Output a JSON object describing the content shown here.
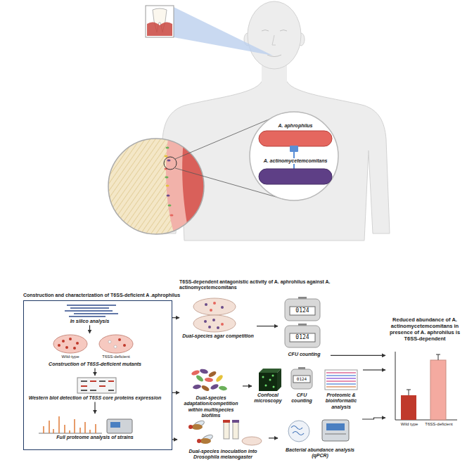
{
  "diagram": {
    "nodes": [
      {
        "text": [
          "Construction and characterization of T6SS-deficient A .aphrophilus"
        ]
      },
      {
        "text": [
          "In silico analysis"
        ],
        "in": 0
      },
      {
        "text": [
          "Construction of T6SS-deficient mutants"
        ],
        "in": 0
      },
      {
        "text": [
          "Western blot detection of T6SS core proteins expression"
        ],
        "in": 0
      },
      {
        "text": [
          "Full proteome analysis of strains"
        ],
        "in": 0
      },
      {
        "text": [
          "Dual-species agar competition"
        ]
      },
      {
        "text": [
          "CFU counting"
        ]
      },
      {
        "text": [
          "Dual-species adaptation/competition within multispecies biofilms"
        ]
      },
      {
        "text": [
          "Confocal microscopy"
        ]
      },
      {
        "text": [
          "CFU counting"
        ]
      },
      {
        "text": [
          "Proteomic & bioinformatic analysis"
        ]
      },
      {
        "text": [
          "Dual-species inoculation into Drosophila melanogaster"
        ]
      },
      {
        "text": [
          "Bacterial abundance analysis (qPCR)"
        ]
      },
      {
        "text": [
          "Reduced abundance of A. actinomycetemcomitans in presence of A. aphrohilus is T6SS-dependent"
        ]
      }
    ],
    "edges": [
      {
        "from": 1,
        "to": 2,
        "arrow": "to"
      },
      {
        "from": 2,
        "to": 3,
        "arrow": "to"
      },
      {
        "from": 3,
        "to": 4,
        "arrow": "to"
      },
      {
        "from": 0,
        "to": 5,
        "arrow": "to"
      },
      {
        "from": 0,
        "to": 7,
        "arrow": "to"
      },
      {
        "from": 0,
        "to": 11,
        "arrow": "to"
      },
      {
        "from": 5,
        "to": 6,
        "arrow": "to"
      },
      {
        "from": 7,
        "to": 8,
        "arrow": "to"
      },
      {
        "from": 11,
        "to": 12,
        "arrow": "to"
      },
      {
        "from": 6,
        "to": 13,
        "arrow": "to"
      },
      {
        "from": 10,
        "to": 13,
        "arrow": "to"
      },
      {
        "from": 12,
        "to": 13,
        "arrow": "to"
      }
    ],
    "labels": [
      "A. aphrophilus",
      "A. actinomycetemcomitans",
      "T6SS-dependent antagonistic activity of A. aphrohilus against A. actinomycetemcomitans",
      "Wild-type",
      "T6SS-deficient",
      "0124",
      "0124",
      "0124",
      "Wild type",
      "T6SS-deficient"
    ]
  }
}
